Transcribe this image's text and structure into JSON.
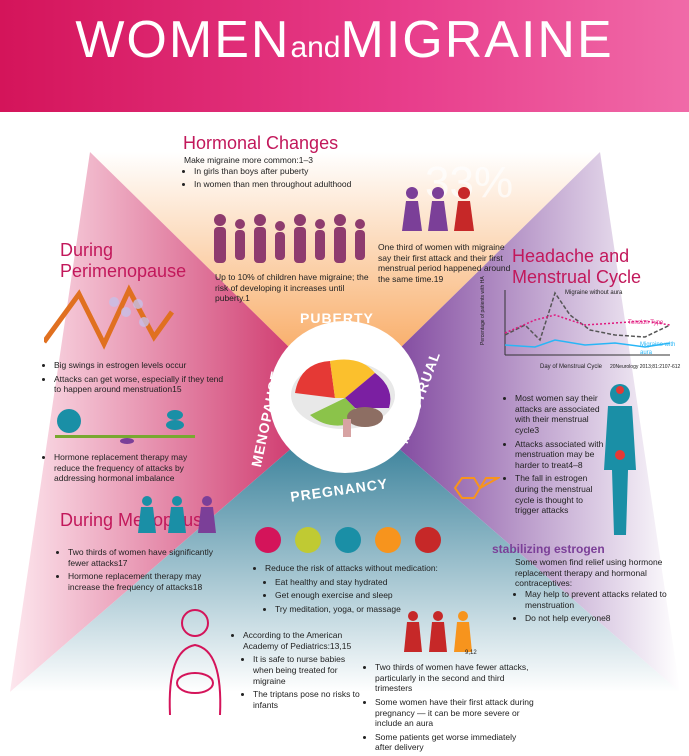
{
  "header": {
    "title_a": "WOMEN",
    "title_b": "and",
    "title_c": "MIGRAINE"
  },
  "hormonal": {
    "title": "Hormonal Changes",
    "sub": "Make migraine more common:1–3",
    "b1": "In girls than boys after puberty",
    "b2": "In women than men throughout adulthood",
    "children_text": "Up to 10% of children have migraine; the risk of developing it increases until puberty.1",
    "percent": "33%",
    "third_text": "One third of women with migraine say their first attack and their first menstrual period happened around the same time.19"
  },
  "perimenopause": {
    "title": "During Perimenopause",
    "b1": "Big swings in estrogen levels occur",
    "b2": "Attacks can get worse, especially if they tend to happen around menstruation15",
    "hrt": "Hormone replacement therapy may reduce the frequency of attacks by addressing hormonal imbalance"
  },
  "menopause": {
    "title": "During Menopause",
    "b1": "Two thirds of women have significantly fewer attacks17",
    "b2": "Hormone replacement therapy may increase the frequency of attacks18"
  },
  "cycle": {
    "title": "Headache and Menstrual Cycle",
    "series_a": "Migraine without aura",
    "series_b": "Tension Type",
    "series_c": "Migraine with aura",
    "ylabel": "Percentage of patients with HA",
    "xlabel": "Day of Menstrual Cycle",
    "ref": "20Neurology 2013;81:2107-612"
  },
  "menstrual": {
    "b1": "Most women say their attacks are associated with their menstrual cycle3",
    "b2": "Attacks associated with menstruation may be harder to treat4–8",
    "b3": "The fall in estrogen during the menstrual cycle is thought to trigger attacks",
    "stab_title": "stabilizing estrogen",
    "stab_text": "Some women find relief using hormone replacement therapy and hormonal contraceptives:",
    "s1": "May help to prevent attacks related to menstruation",
    "s2": "Do not help everyone8"
  },
  "quads": {
    "puberty": "PUBERTY",
    "menstrual": "MENSTRUAL",
    "pregnancy": "PREGNANCY",
    "menopause": "MENOPAUSE"
  },
  "pregnancy": {
    "lead": "Reduce the risk of attacks without medication:",
    "b1": "Eat healthy and stay hydrated",
    "b2": "Get enough exercise and sleep",
    "b3": "Try meditation, yoga, or massage",
    "aap": "According to the American Academy of Pediatrics:13,15",
    "a1": "It is safe to nurse babies when being treated for migraine",
    "a2": "The triptans pose no risks to infants",
    "ref": "9,12",
    "c1": "Two thirds of women have fewer attacks, particularly in the second and third trimesters",
    "c2": "Some women have their first attack during pregnancy — it can be more severe or include an aura",
    "c3": "Some patients get worse immediately after delivery"
  },
  "colors": {
    "pink": "#d4145a",
    "orange": "#f7941d",
    "purple": "#7b3f98",
    "teal": "#17a2b8"
  }
}
